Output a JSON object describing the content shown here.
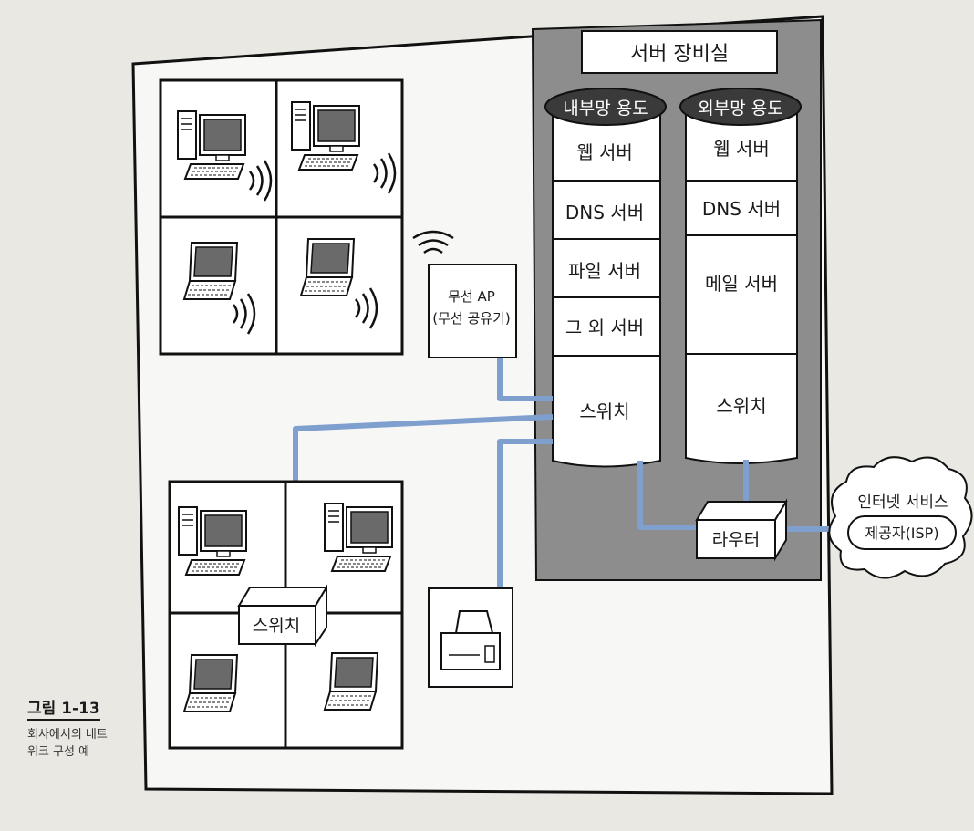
{
  "diagram": {
    "server_room_title": "서버 장비실",
    "internal": {
      "header": "내부망 용도",
      "items": [
        "웹 서버",
        "DNS 서버",
        "파일 서버",
        "그 외 서버",
        "스위치"
      ]
    },
    "external": {
      "header": "외부망 용도",
      "items": [
        "웹 서버",
        "DNS 서버",
        "메일 서버",
        "스위치"
      ]
    },
    "wireless_ap": {
      "line1": "무선 AP",
      "line2": "(무선 공유기)"
    },
    "floor_switch": "스위치",
    "router": "라우터",
    "isp": {
      "line1": "인터넷 서비스",
      "line2": "제공자(ISP)"
    }
  },
  "caption": {
    "figure_number": "그림 1-13",
    "description_line1": "회사에서의 네트",
    "description_line2": "워크 구성 예"
  },
  "colors": {
    "cable": "#7f9fcf",
    "server_room_bg": "#8d8d8d",
    "page_bg": "#e9e8e3",
    "frame": "#f7f7f5"
  }
}
